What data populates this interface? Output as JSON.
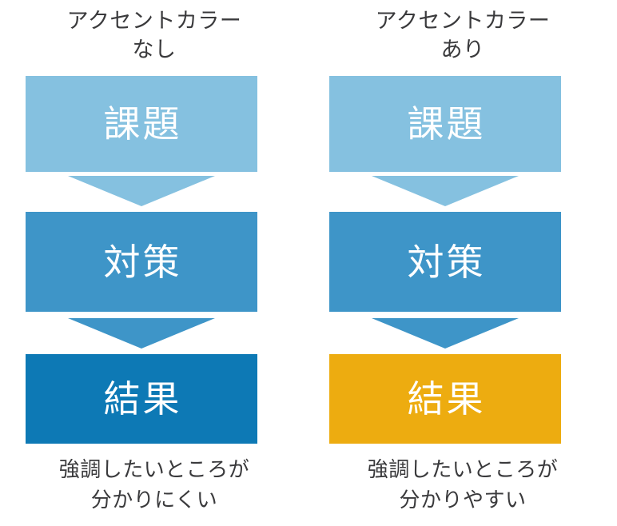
{
  "colors": {
    "step_light_blue": "#85C1E0",
    "step_mid_blue": "#3E95C8",
    "step_dark_blue": "#0D79B5",
    "accent_gold": "#EDAC10",
    "text_dark": "#3A3A3C",
    "label_white": "#FFFFFF",
    "background": "#FFFFFF"
  },
  "columns": [
    {
      "id": "without-accent",
      "title": "アクセントカラー\nなし",
      "steps": [
        {
          "label": "課題",
          "color": "#85C1E0"
        },
        {
          "label": "対策",
          "color": "#3E95C8"
        },
        {
          "label": "結果",
          "color": "#0D79B5"
        }
      ],
      "arrows": [
        {
          "color": "#85C1E0"
        },
        {
          "color": "#3E95C8"
        }
      ],
      "caption": "強調したいところが\n分かりにくい"
    },
    {
      "id": "with-accent",
      "title": "アクセントカラー\nあり",
      "steps": [
        {
          "label": "課題",
          "color": "#85C1E0"
        },
        {
          "label": "対策",
          "color": "#3E95C8"
        },
        {
          "label": "結果",
          "color": "#EDAC10"
        }
      ],
      "arrows": [
        {
          "color": "#85C1E0"
        },
        {
          "color": "#3E95C8"
        }
      ],
      "caption": "強調したいところが\n分かりやすい"
    }
  ]
}
